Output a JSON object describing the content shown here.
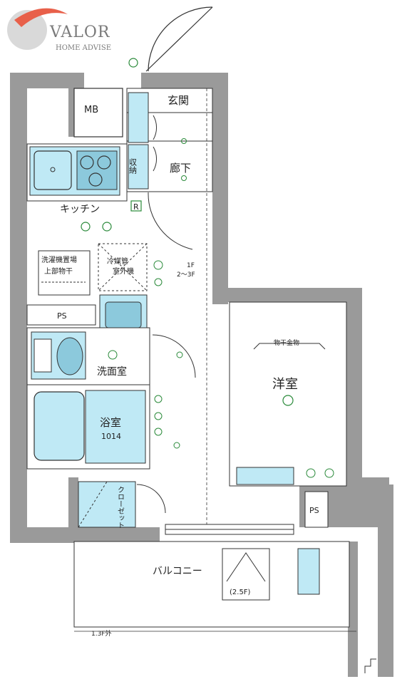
{
  "brand": {
    "name": "VALOR",
    "tagline": "HOME ADVISE",
    "colors": {
      "accent": "#e8604a",
      "text": "#7a7a7a"
    }
  },
  "rooms": {
    "entrance": "玄関",
    "corridor": "廊下",
    "storage": "収納",
    "kitchen": "キッチン",
    "washroom": "洗面室",
    "bath": "浴室",
    "bath_size": "1014",
    "western": "洋室",
    "balcony": "バルコニー",
    "closet": "クローゼット",
    "mb": "MB",
    "ps_left": "PS",
    "ps_right": "PS"
  },
  "fixtures": {
    "washer_space": "洗濯機置場",
    "dryer_line": "上部物干",
    "aircon_sleeve": "冷媒管",
    "aircon_unit": "室外機",
    "window_fixture": "物干金物",
    "downlight_letter": "R",
    "outdoor_unit_size": "(2.5F)"
  },
  "dimensions": {
    "ceiling_note_1": "1F",
    "ceiling_note_2": "2～3F",
    "balcony_depth": "1.3F外"
  },
  "colors": {
    "wall": "#9a9a9a",
    "fixture": "#bfe9f5",
    "line": "#333333",
    "green_mark": "#2a8a3a"
  }
}
